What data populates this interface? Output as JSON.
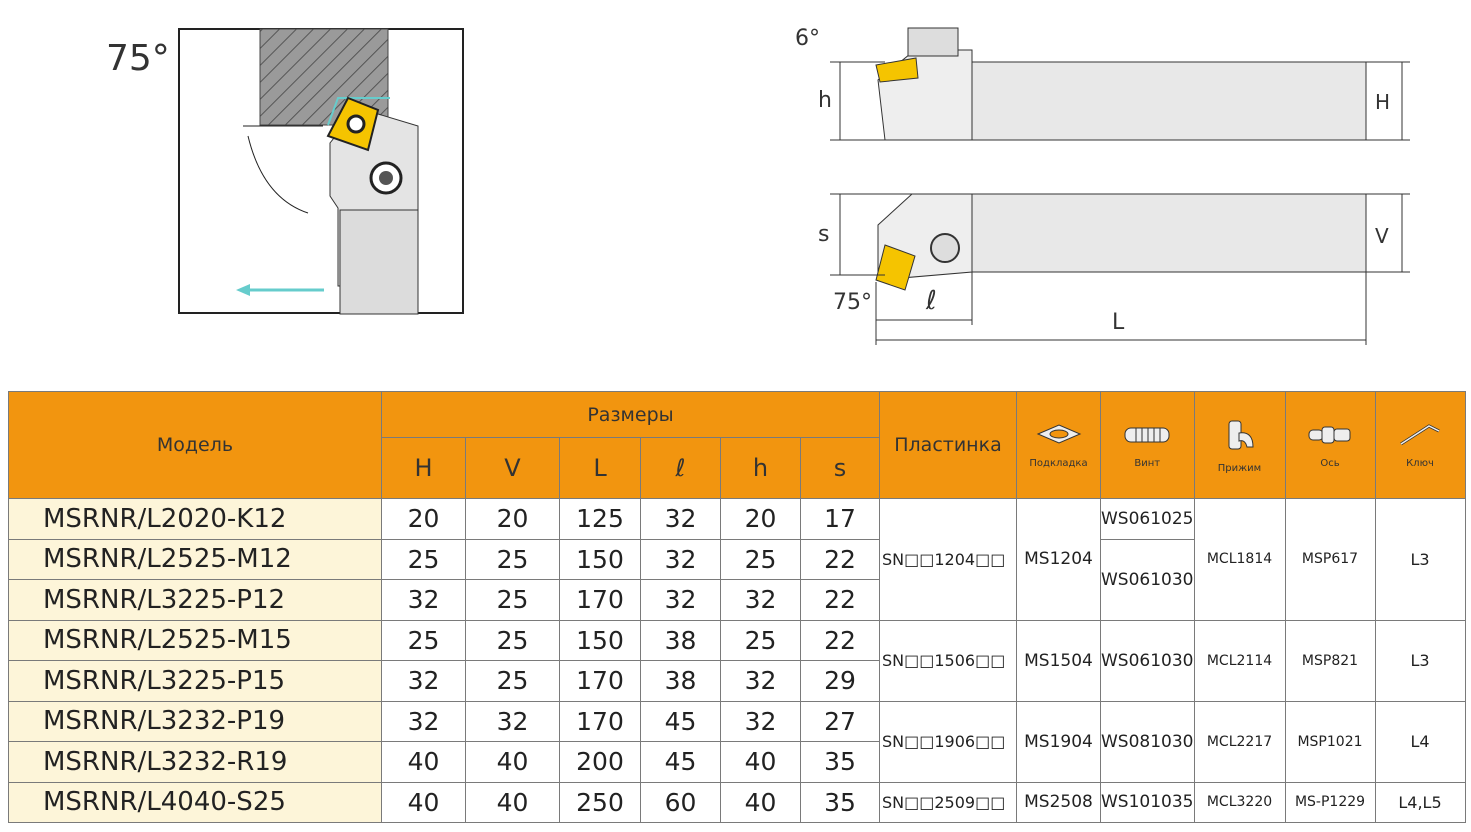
{
  "drawing_left": {
    "angle_label": "75°"
  },
  "drawing_right": {
    "angle_top": "6°",
    "h": "h",
    "H": "H",
    "s": "s",
    "V": "V",
    "L": "L",
    "l": "ℓ",
    "angle_bottom": "75°"
  },
  "colors": {
    "header": "#f2950f",
    "model_bg": "#fdf5d9",
    "insert": "#f5c400"
  },
  "table": {
    "headers": {
      "model": "Модель",
      "dimensions": "Размеры",
      "dims": [
        "H",
        "V",
        "L",
        "ℓ",
        "h",
        "s"
      ],
      "insert": "Пластинка",
      "shim": "Подкладка",
      "screw": "Винт",
      "clamp": "Прижим",
      "pin": "Ось",
      "key": "Ключ"
    },
    "rows": [
      {
        "model": "MSRNR/L2020-K12",
        "H": "20",
        "V": "20",
        "L": "125",
        "l": "32",
        "h": "20",
        "s": "17"
      },
      {
        "model": "MSRNR/L2525-M12",
        "H": "25",
        "V": "25",
        "L": "150",
        "l": "32",
        "h": "25",
        "s": "22"
      },
      {
        "model": "MSRNR/L3225-P12",
        "H": "32",
        "V": "25",
        "L": "170",
        "l": "32",
        "h": "32",
        "s": "22"
      },
      {
        "model": "MSRNR/L2525-M15",
        "H": "25",
        "V": "25",
        "L": "150",
        "l": "38",
        "h": "25",
        "s": "22"
      },
      {
        "model": "MSRNR/L3225-P15",
        "H": "32",
        "V": "25",
        "L": "170",
        "l": "38",
        "h": "32",
        "s": "29"
      },
      {
        "model": "MSRNR/L3232-P19",
        "H": "32",
        "V": "32",
        "L": "170",
        "l": "45",
        "h": "32",
        "s": "27"
      },
      {
        "model": "MSRNR/L3232-R19",
        "H": "40",
        "V": "40",
        "L": "200",
        "l": "45",
        "h": "40",
        "s": "35"
      },
      {
        "model": "MSRNR/L4040-S25",
        "H": "40",
        "V": "40",
        "L": "250",
        "l": "60",
        "h": "40",
        "s": "35"
      }
    ],
    "groups": [
      {
        "insert": "SN□□1204□□",
        "shim": "MS1204",
        "screws": [
          "WS061025",
          "WS061030"
        ],
        "clamp": "MCL1814",
        "pin": "MSP617",
        "key": "L3"
      },
      {
        "insert": "SN□□1506□□",
        "shim": "MS1504",
        "screws": [
          "WS061030"
        ],
        "clamp": "MCL2114",
        "pin": "MSP821",
        "key": "L3"
      },
      {
        "insert": "SN□□1906□□",
        "shim": "MS1904",
        "screws": [
          "WS081030"
        ],
        "clamp": "MCL2217",
        "pin": "MSP1021",
        "key": "L4"
      },
      {
        "insert": "SN□□2509□□",
        "shim": "MS2508",
        "screws": [
          "WS101035"
        ],
        "clamp": "MCL3220",
        "pin": "MS-P1229",
        "key": "L4,L5"
      }
    ]
  }
}
